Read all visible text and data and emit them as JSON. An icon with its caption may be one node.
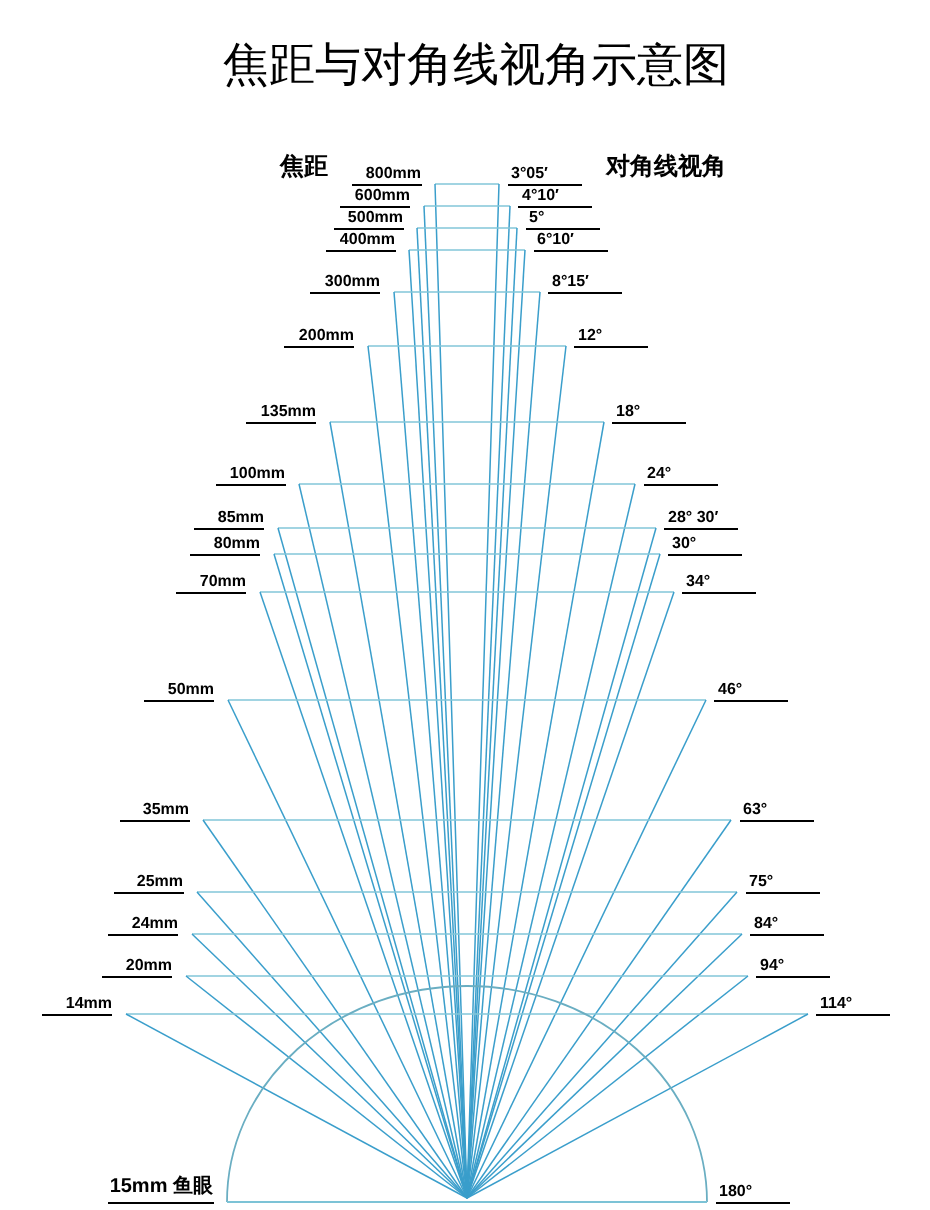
{
  "diagram": {
    "title": "焦距与对角线视角示意图",
    "labels": [
      "焦距",
      "对角线视角",
      "800mm",
      "3°05′",
      "600mm",
      "4°10′",
      "500mm",
      "5°",
      "400mm",
      "6°10′",
      "300mm",
      "8°15′",
      "200mm",
      "12°",
      "135mm",
      "18°",
      "100mm",
      "24°",
      "85mm",
      "28° 30′",
      "80mm",
      "30°",
      "70mm",
      "34°",
      "50mm",
      "46°",
      "35mm",
      "63°",
      "25mm",
      "75°",
      "24mm",
      "84°",
      "20mm",
      "94°",
      "14mm",
      "114°",
      "15mm 鱼眼",
      "180°"
    ]
  }
}
